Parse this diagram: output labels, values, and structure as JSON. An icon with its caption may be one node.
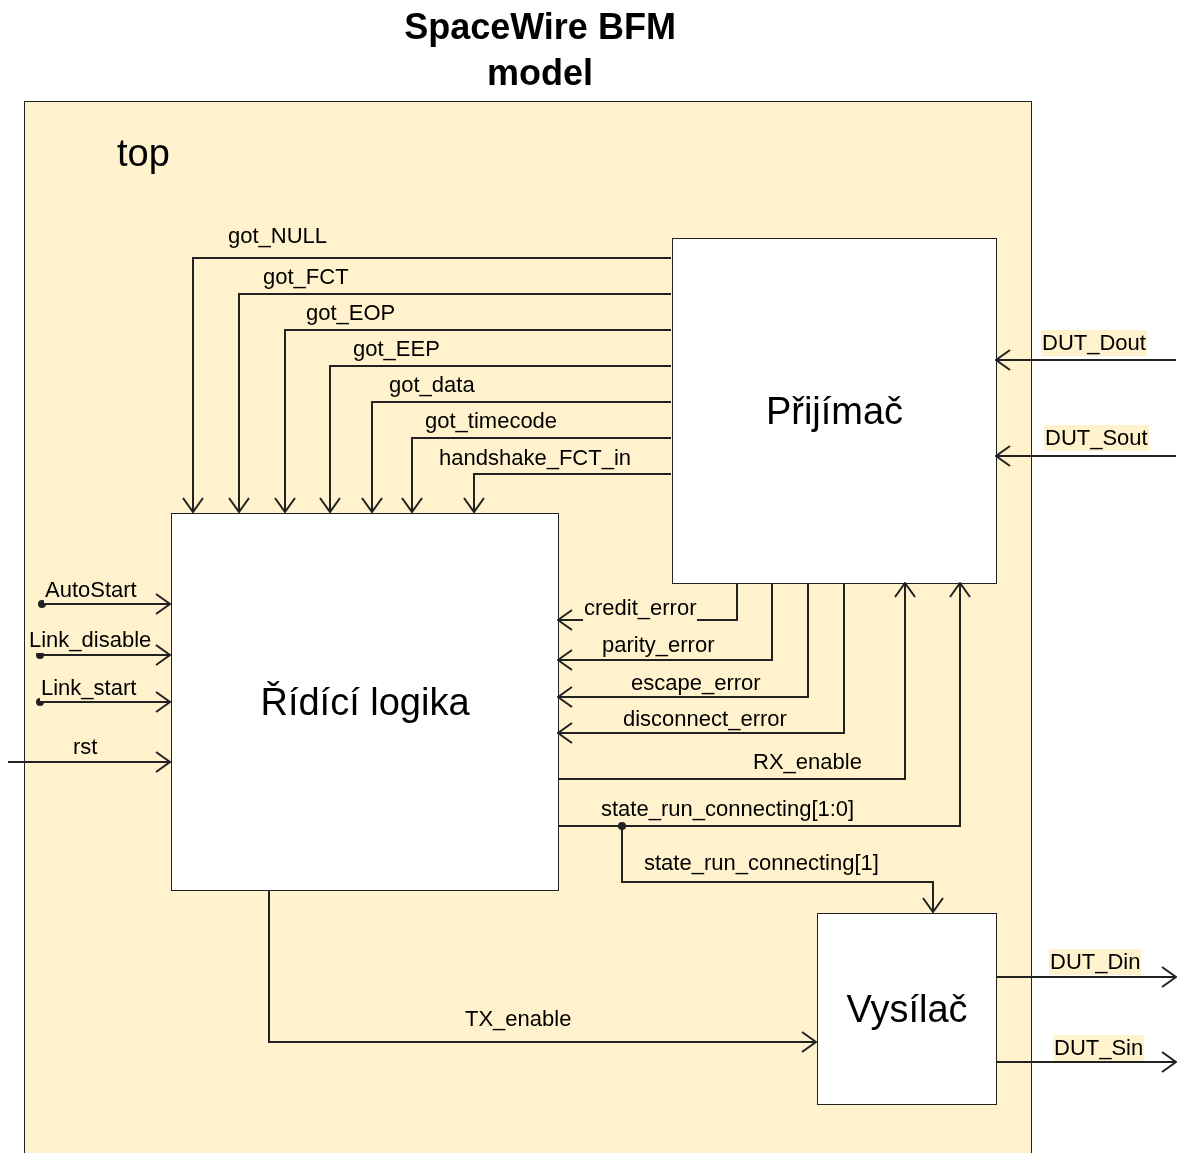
{
  "diagram": {
    "title": "SpaceWire BFM model",
    "nodes": [
      {
        "text": [
          "top"
        ]
      },
      {
        "text": [
          "Přijímač"
        ],
        "in": 0
      },
      {
        "text": [
          "Řídící logika"
        ],
        "in": 0
      },
      {
        "text": [
          "Vysílač"
        ],
        "in": 0
      }
    ],
    "edges": [
      {
        "from": 1,
        "to": 2,
        "arrow": "to",
        "label": "got_NULL"
      },
      {
        "from": 1,
        "to": 2,
        "arrow": "to",
        "label": "got_FCT"
      },
      {
        "from": 1,
        "to": 2,
        "arrow": "to",
        "label": "got_EOP"
      },
      {
        "from": 1,
        "to": 2,
        "arrow": "to",
        "label": "got_EEP"
      },
      {
        "from": 1,
        "to": 2,
        "arrow": "to",
        "label": "got_data"
      },
      {
        "from": 1,
        "to": 2,
        "arrow": "to",
        "label": "got_timecode"
      },
      {
        "from": 1,
        "to": 2,
        "arrow": "to",
        "label": "handshake_FCT_in"
      },
      {
        "from": 1,
        "to": 2,
        "arrow": "to",
        "label": "credit_error"
      },
      {
        "from": 1,
        "to": 2,
        "arrow": "to",
        "label": "parity_error"
      },
      {
        "from": 1,
        "to": 2,
        "arrow": "to",
        "label": "escape_error"
      },
      {
        "from": 1,
        "to": 2,
        "arrow": "to",
        "label": "disconnect_error"
      },
      {
        "from": 2,
        "to": 1,
        "arrow": "to",
        "label": "RX_enable"
      },
      {
        "from": 2,
        "to": 1,
        "arrow": "to",
        "label": "state_run_connecting[1:0]"
      },
      {
        "from": 2,
        "to": 3,
        "arrow": "to",
        "label": "state_run_connecting[1]"
      },
      {
        "from": 2,
        "to": 3,
        "arrow": "to",
        "label": "TX_enable"
      },
      {
        "from": null,
        "to": 2,
        "arrow": "to",
        "label": "AutoStart"
      },
      {
        "from": null,
        "to": 2,
        "arrow": "to",
        "label": "Link_disable"
      },
      {
        "from": null,
        "to": 2,
        "arrow": "to",
        "label": "Link_start"
      },
      {
        "from": null,
        "to": 2,
        "arrow": "to",
        "label": "rst"
      },
      {
        "from": null,
        "to": 1,
        "arrow": "to",
        "label": "DUT_Dout"
      },
      {
        "from": null,
        "to": 1,
        "arrow": "to",
        "label": "DUT_Sout"
      },
      {
        "from": 3,
        "to": null,
        "arrow": "to",
        "label": "DUT_Din"
      },
      {
        "from": 3,
        "to": null,
        "arrow": "to",
        "label": "DUT_Sin"
      }
    ]
  }
}
